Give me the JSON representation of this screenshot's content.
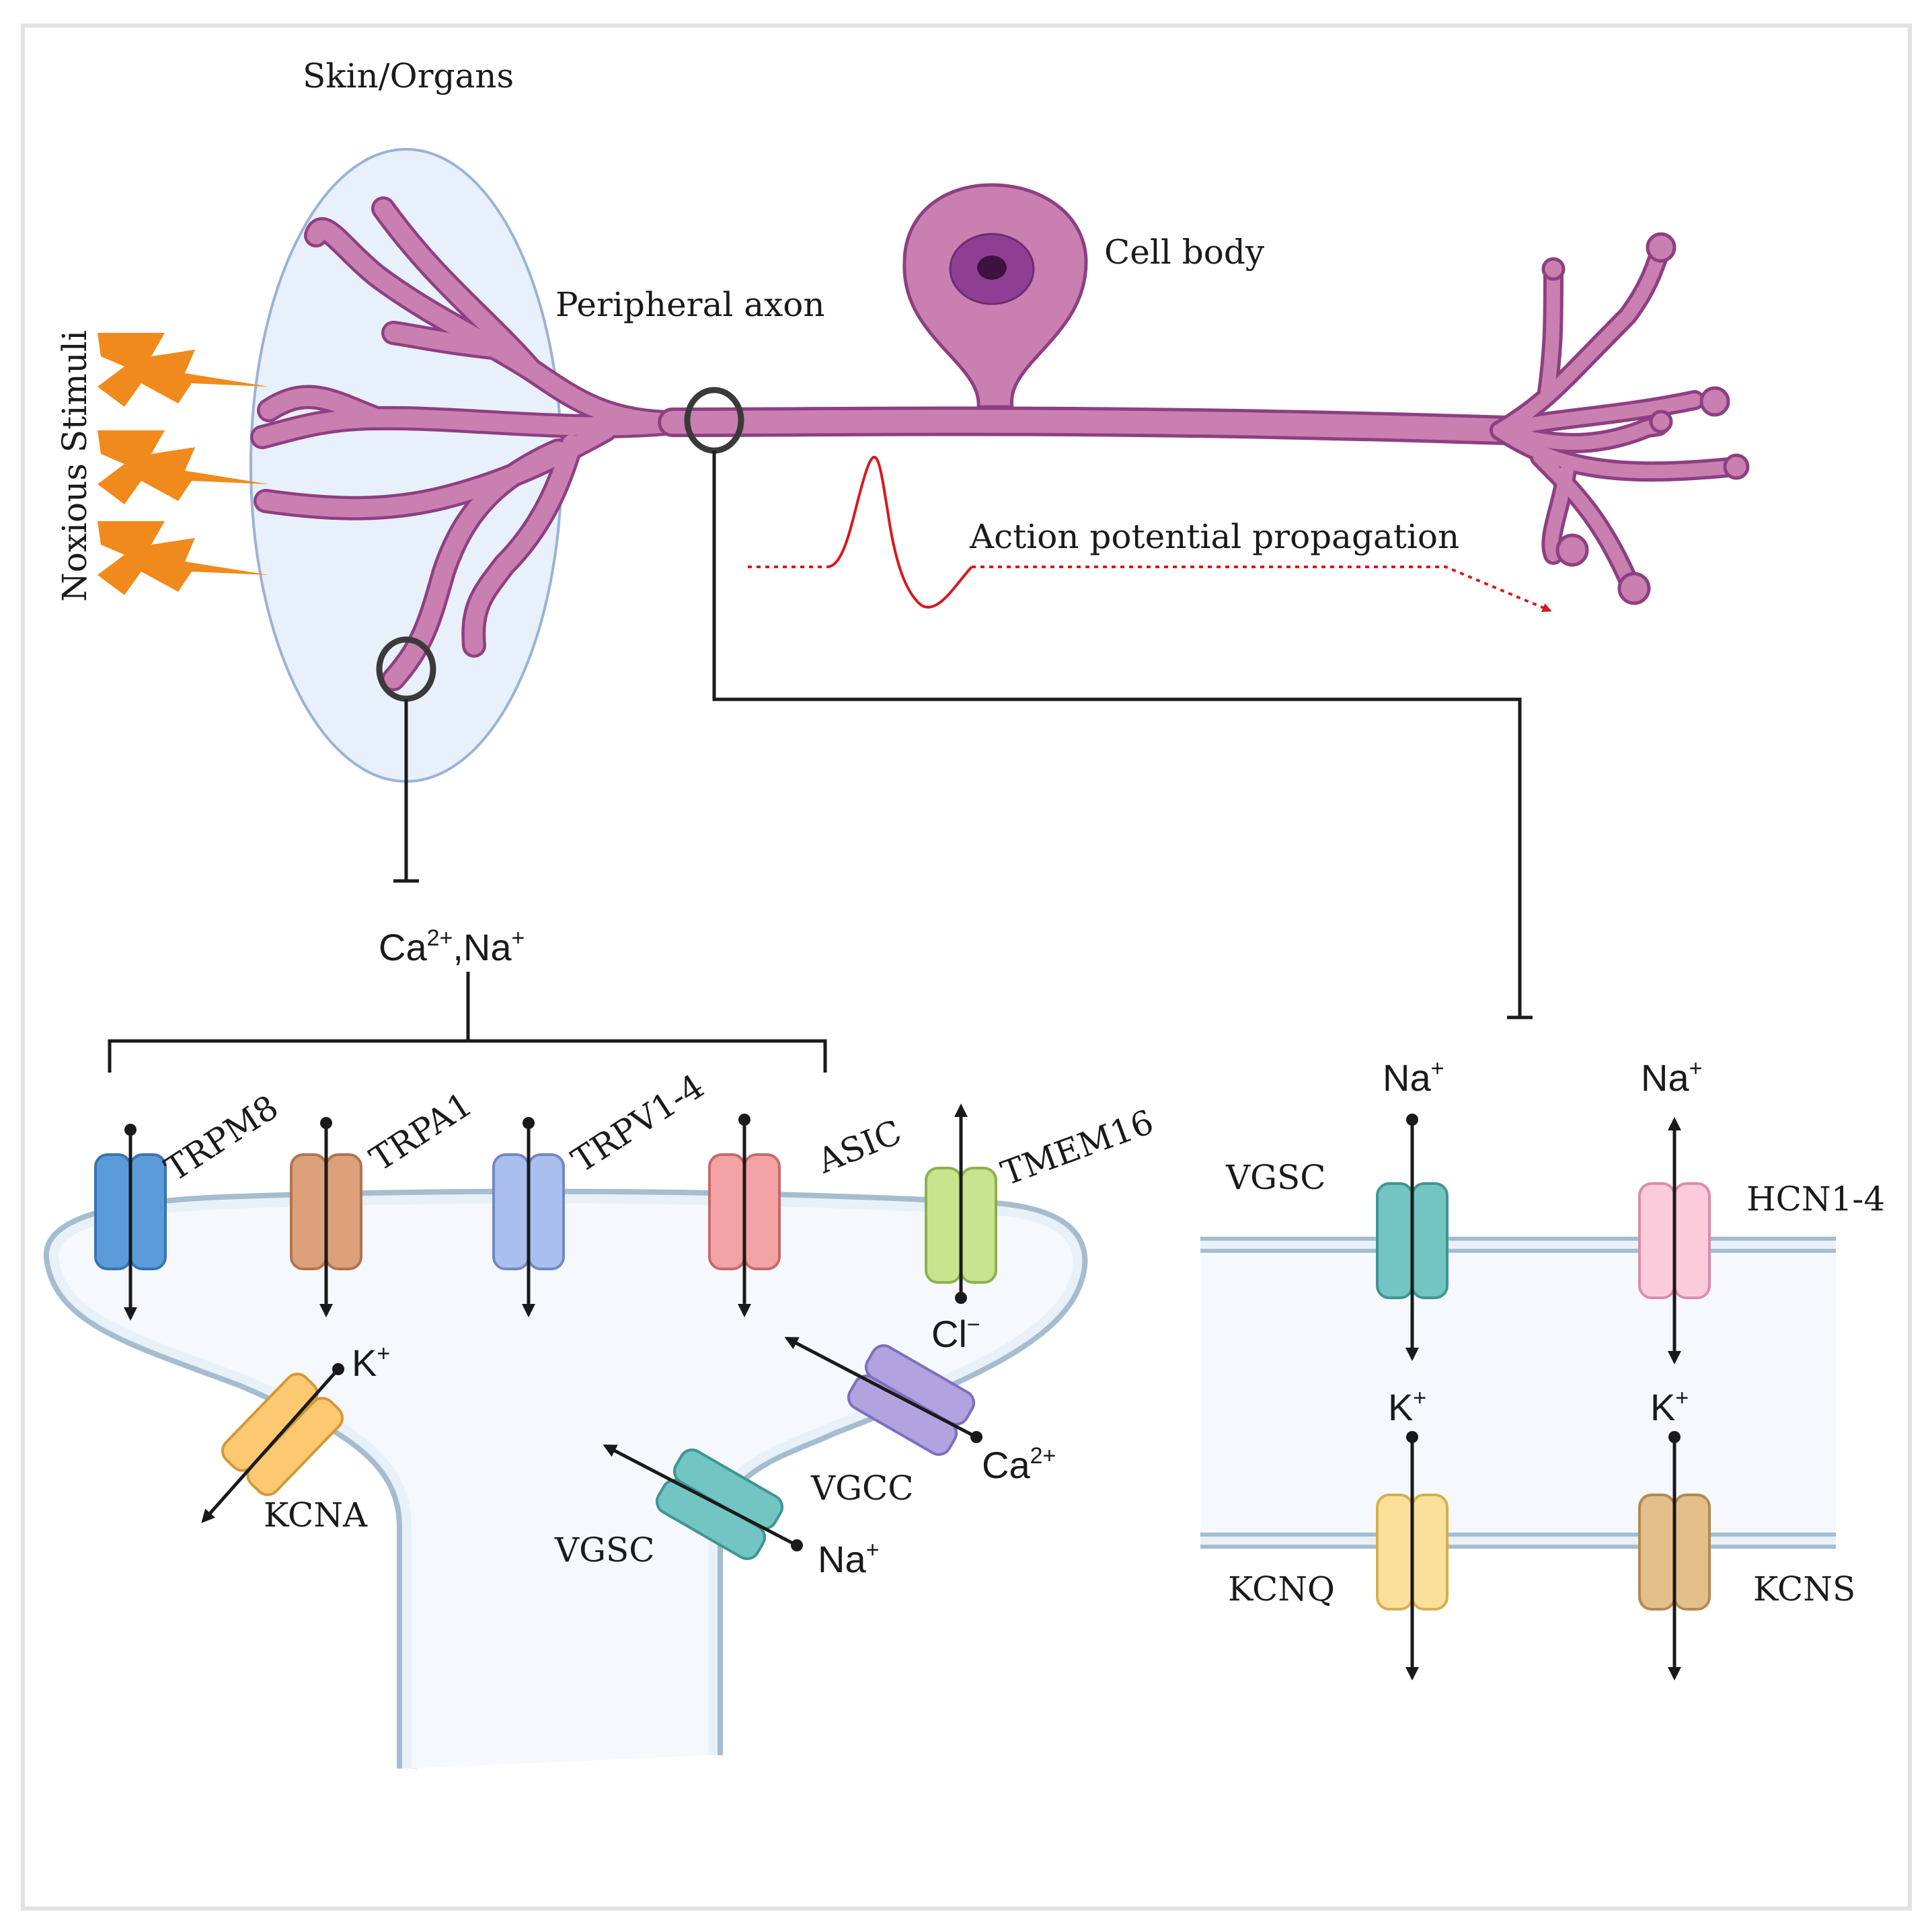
{
  "labels": {
    "skin_organs": "Skin/Organs",
    "noxious_stimuli": "Noxious Stimuli",
    "peripheral_axon": "Peripheral axon",
    "cell_body": "Cell body",
    "action_potential": "Action potential propagation"
  },
  "terminal_panel": {
    "ions_top": {
      "ca": "Ca",
      "ca_sup": "2+",
      "sep": ",Na",
      "na_sup": "+"
    },
    "channels": {
      "trpm8": "TRPM8",
      "trpa1": "TRPA1",
      "trpv": "TRPV1-4",
      "asic": "ASIC",
      "tmem16": "TMEM16",
      "kcna": "KCNA",
      "vgcc": "VGCC",
      "vgsc": "VGSC"
    },
    "ions": {
      "cl": "Cl",
      "cl_sup": "−",
      "k": "K",
      "k_sup": "+",
      "ca": "Ca",
      "ca_sup": "2+",
      "na": "Na",
      "na_sup": "+"
    }
  },
  "axon_panel": {
    "channels": {
      "vgsc": "VGSC",
      "hcn": "HCN1-4",
      "kcnq": "KCNQ",
      "kcns": "KCNS"
    },
    "ions": {
      "na1": "Na",
      "na1_sup": "+",
      "na2": "Na",
      "na2_sup": "+",
      "k1": "K",
      "k1_sup": "+",
      "k2": "K",
      "k2_sup": "+"
    }
  },
  "colors": {
    "neuron": "#c97fb0",
    "neuron_outline": "#8e3f82",
    "lightning": "#f08a1c",
    "action_potential": "#d7191c",
    "TRPM8": "#5b9bd9",
    "TRPA1": "#dca07a",
    "TRPV1-4": "#aabfee",
    "ASIC": "#f3a3a3",
    "TMEM16": "#c9e48f",
    "KCNA": "#fcc971",
    "VGCC": "#b0a3e0",
    "VGSC": "#72c5c3",
    "HCN1-4": "#fbcbdc",
    "KCNQ": "#fbe09a",
    "KCNS": "#e3c08b"
  },
  "icons": [
    "lightning-bolt-icon",
    "ion-channel-icon",
    "neuron-icon"
  ]
}
